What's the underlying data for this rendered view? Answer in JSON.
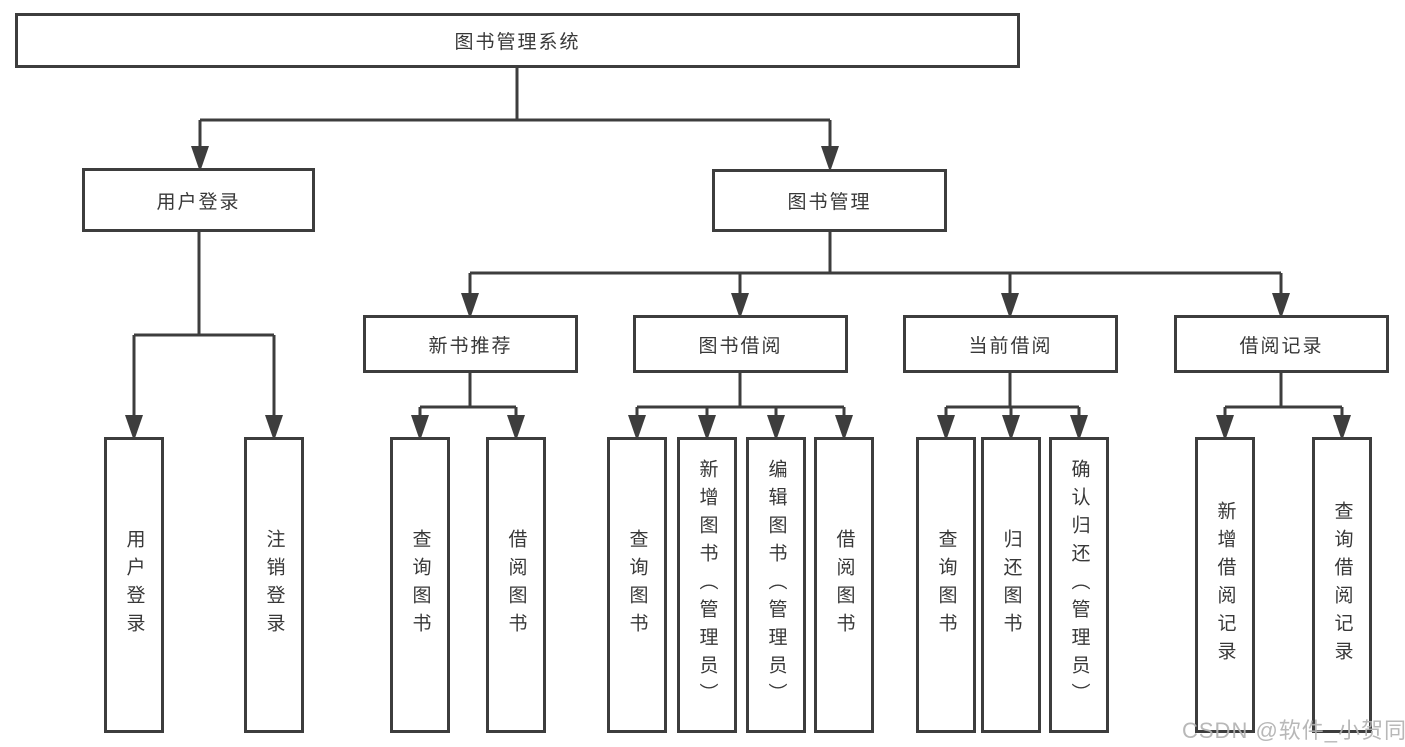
{
  "diagram": {
    "type": "hierarchy-tree",
    "watermark": "CSDN @软件_小贺同学",
    "colors": {
      "line": "#3d3d3d",
      "box_border": "#3d3d3d",
      "box_background": "#ffffff",
      "text": "#383838",
      "watermark": "#b2b2b2"
    }
  },
  "nodes": {
    "root": {
      "label": "图书管理系统"
    },
    "user_login": {
      "label": "用户登录"
    },
    "book_mgmt": {
      "label": "图书管理"
    },
    "new_book_rec": {
      "label": "新书推荐"
    },
    "book_borrow": {
      "label": "图书借阅"
    },
    "current_borrow": {
      "label": "当前借阅"
    },
    "borrow_records": {
      "label": "借阅记录"
    },
    "ul_user_login": {
      "label": "用户登录"
    },
    "ul_logout": {
      "label": "注销登录"
    },
    "nb_query": {
      "label": "查询图书"
    },
    "nb_borrow": {
      "label": "借阅图书"
    },
    "bb_query": {
      "label": "查询图书"
    },
    "bb_add": {
      "label": "新增图书（管理员）"
    },
    "bb_edit": {
      "label": "编辑图书（管理员）"
    },
    "bb_borrow": {
      "label": "借阅图书"
    },
    "cb_query": {
      "label": "查询图书"
    },
    "cb_return": {
      "label": "归还图书"
    },
    "cb_confirm": {
      "label": "确认归还（管理员）"
    },
    "br_add": {
      "label": "新增借阅记录"
    },
    "br_query": {
      "label": "查询借阅记录"
    }
  },
  "tree": {
    "label": "图书管理系统",
    "children": [
      {
        "label": "用户登录",
        "children": [
          {
            "label": "用户登录"
          },
          {
            "label": "注销登录"
          }
        ]
      },
      {
        "label": "图书管理",
        "children": [
          {
            "label": "新书推荐",
            "children": [
              {
                "label": "查询图书"
              },
              {
                "label": "借阅图书"
              }
            ]
          },
          {
            "label": "图书借阅",
            "children": [
              {
                "label": "查询图书"
              },
              {
                "label": "新增图书（管理员）"
              },
              {
                "label": "编辑图书（管理员）"
              },
              {
                "label": "借阅图书"
              }
            ]
          },
          {
            "label": "当前借阅",
            "children": [
              {
                "label": "查询图书"
              },
              {
                "label": "归还图书"
              },
              {
                "label": "确认归还（管理员）"
              }
            ]
          },
          {
            "label": "借阅记录",
            "children": [
              {
                "label": "新增借阅记录"
              },
              {
                "label": "查询借阅记录"
              }
            ]
          }
        ]
      }
    ]
  }
}
